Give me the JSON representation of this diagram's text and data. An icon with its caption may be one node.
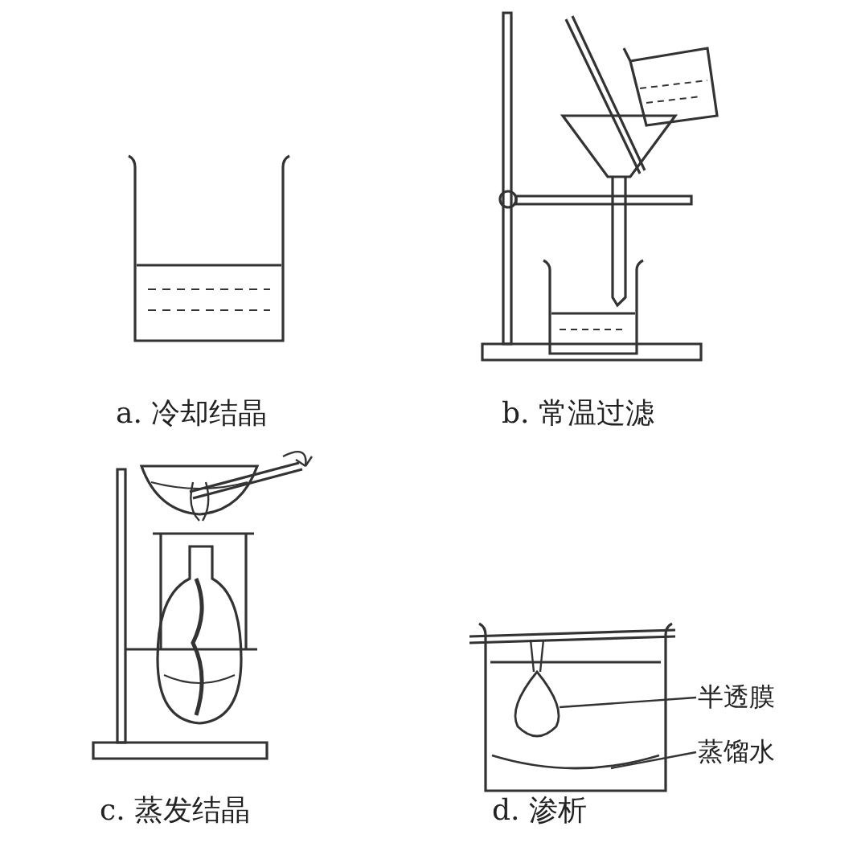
{
  "diagram": {
    "nodes": [
      {
        "text": [
          "半透膜"
        ]
      },
      {
        "text": [],
        "shape": "picture"
      },
      {
        "text": [
          "蒸馏水"
        ]
      },
      {
        "text": [],
        "shape": "picture"
      }
    ],
    "edges": [
      {
        "from": 0,
        "to": 1,
        "arrow": "none"
      },
      {
        "from": 2,
        "to": 3,
        "arrow": "none"
      }
    ],
    "labels": [
      "a. 冷却结晶",
      "b. 常温过滤",
      "c. 蒸发结晶",
      "d. 渗析"
    ]
  }
}
